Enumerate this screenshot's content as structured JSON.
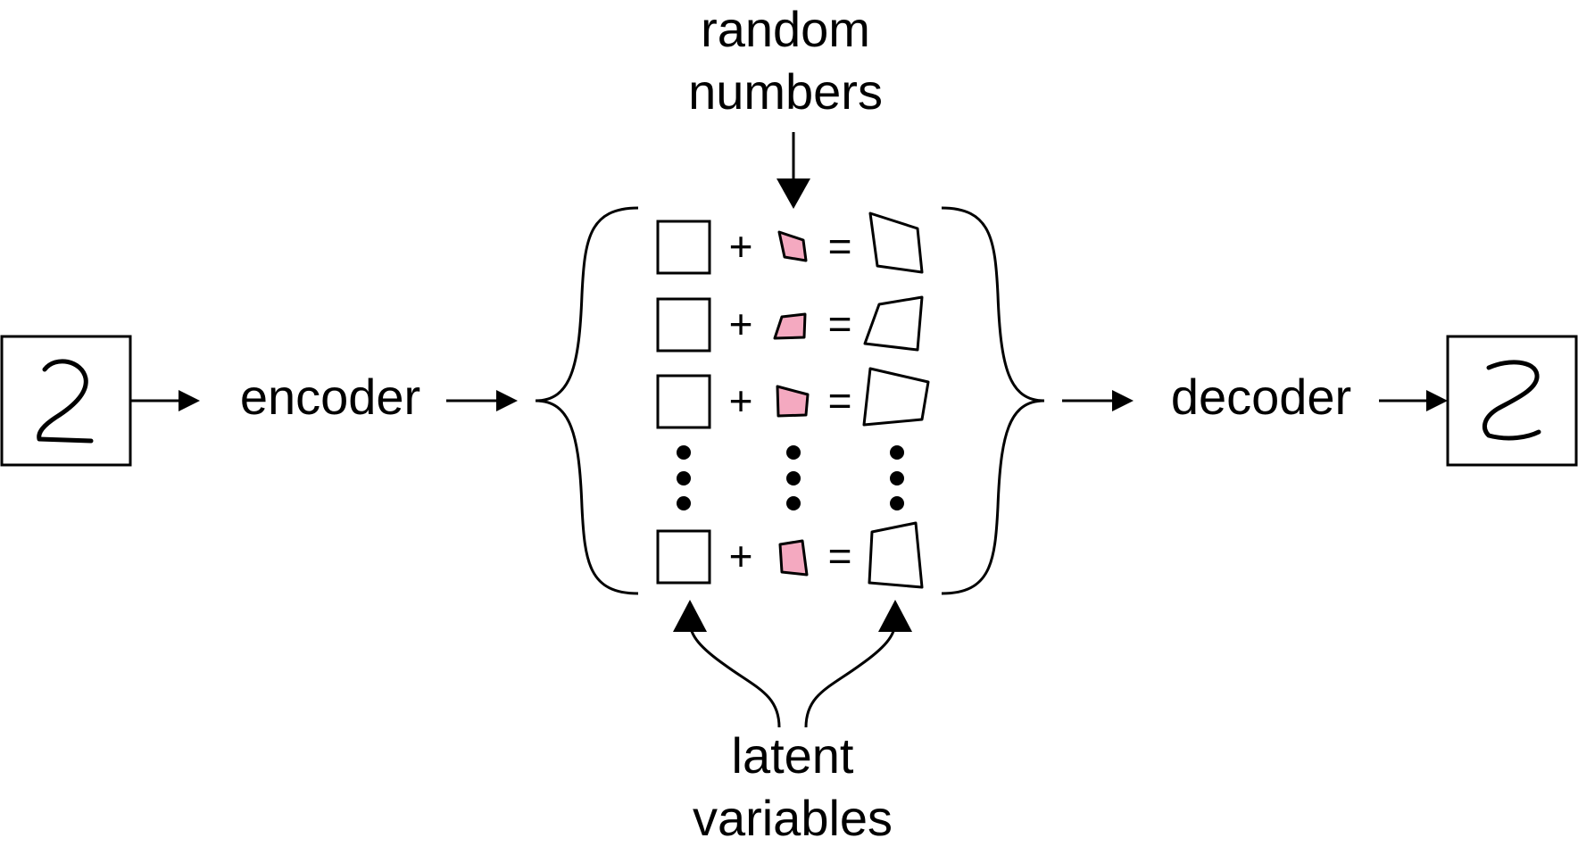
{
  "labels": {
    "random_numbers_line1": "random",
    "random_numbers_line2": "numbers",
    "encoder": "encoder",
    "decoder": "decoder",
    "latent_line1": "latent",
    "latent_line2": "variables"
  },
  "latent_rows": [
    {
      "plus": "+",
      "equals": "="
    },
    {
      "plus": "+",
      "equals": "="
    },
    {
      "plus": "+",
      "equals": "="
    },
    {
      "plus": "+",
      "equals": "="
    }
  ],
  "colors": {
    "noise_fill": "#f4a9c0",
    "stroke": "#000000",
    "background": "#ffffff"
  },
  "icons": {
    "input_image": "handwritten-digit-2-icon",
    "output_image": "handwritten-digit-2-icon"
  }
}
